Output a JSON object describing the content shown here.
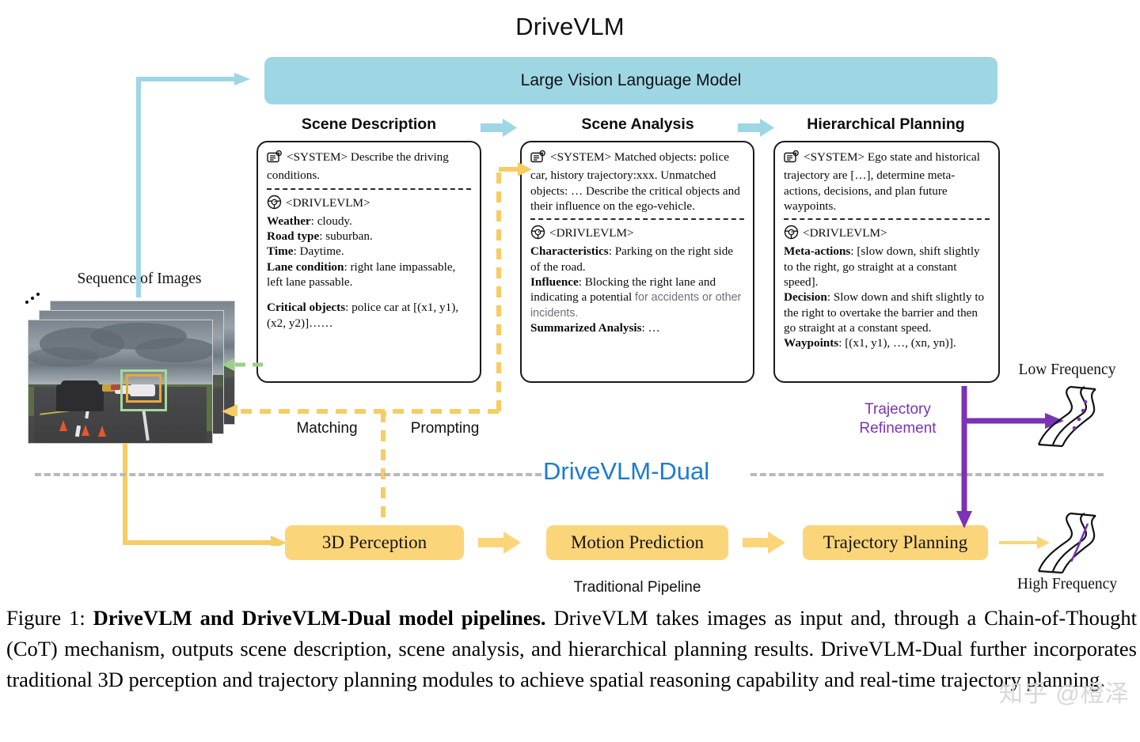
{
  "title": "DriveVLM",
  "lvlm": {
    "label": "Large Vision Language Model"
  },
  "columns": [
    {
      "heading": "Scene Description"
    },
    {
      "heading": "Scene Analysis"
    },
    {
      "heading": "Hierarchical Planning"
    }
  ],
  "cards": {
    "scene_description": {
      "system_tag": "<SYSTEM>",
      "system_text": "Describe the driving conditions.",
      "agent_tag": "<DRIVLEVLM>",
      "fields": [
        {
          "key": "Weather",
          "value": ": cloudy."
        },
        {
          "key": "Road type",
          "value": ": suburban."
        },
        {
          "key": "Time",
          "value": ": Daytime."
        },
        {
          "key": "Lane condition",
          "value": ": right lane impassable, left lane passable."
        }
      ],
      "critical_key": "Critical objects",
      "critical_value": ": police car at [(x1, y1), (x2, y2)]……"
    },
    "scene_analysis": {
      "system_tag": "<SYSTEM>",
      "system_text": "Matched objects: police car, history trajectory:xxx. Unmatched objects: … Describe the critical objects and their influence on the ego-vehicle.",
      "system_lines": [
        "Matched objects:",
        "police car, history trajectory:xxx.",
        "Unmatched objects: …",
        "Describe the critical objects and their",
        "influence on the ego-vehicle."
      ],
      "agent_tag": "<DRIVLEVLM>",
      "characteristics_key": "Characteristics",
      "characteristics_value": ": Parking on the right side of the road.",
      "influence_key": "Influence",
      "influence_value_dark": ": Blocking the right lane and indicating a potential ",
      "influence_value_gray": "for accidents or other incidents.",
      "summary_key": "Summarized Analysis",
      "summary_value": ": …"
    },
    "hierarchical_planning": {
      "system_tag": "<SYSTEM>",
      "system_text": "Ego state and historical trajectory are […], determine meta-actions, decisions, and plan future waypoints.",
      "agent_tag": "<DRIVLEVLM>",
      "meta_key": "Meta-actions",
      "meta_value": ": [slow down, shift slightly to the right, go straight at a constant speed].",
      "decision_key": "Decision",
      "decision_value": ": Slow down and shift slightly to the right to overtake the barrier and then go straight at a constant speed.",
      "waypoints_key": "Waypoints",
      "waypoints_value": ": [(x1, y1), …, (xn, yn)]."
    }
  },
  "labels": {
    "sequence_of_images": "Sequence of Images",
    "matching": "Matching",
    "prompting": "Prompting",
    "dual": "DriveVLM-Dual",
    "traditional_pipeline": "Traditional Pipeline",
    "trajectory_refinement_line1": "Trajectory",
    "trajectory_refinement_line2": "Refinement",
    "low_frequency": "Low Frequency",
    "high_frequency": "High Frequency"
  },
  "pipeline": [
    {
      "label": "3D Perception"
    },
    {
      "label": "Motion Prediction"
    },
    {
      "label": "Trajectory Planning"
    }
  ],
  "caption": {
    "figure_number": "Figure 1:",
    "bold_title": "DriveVLM and DriveVLM-Dual model pipelines.",
    "body": " DriveVLM takes images as input and, through a Chain-of-Thought (CoT) mechanism, outputs scene description, scene analysis, and hierarchical planning results. DriveVLM-Dual further incorporates traditional 3D perception and trajectory planning modules to achieve spatial reasoning capability and real-time trajectory planning."
  },
  "watermark": "知乎 @橙泽",
  "colors": {
    "lvlm_blue": "#9ed6e4",
    "pipeline_yellow": "#fbd579",
    "dual_blue": "#1a7bd4",
    "refinement_purple": "#7b33b5",
    "separator_gray": "#b9b9bd"
  }
}
